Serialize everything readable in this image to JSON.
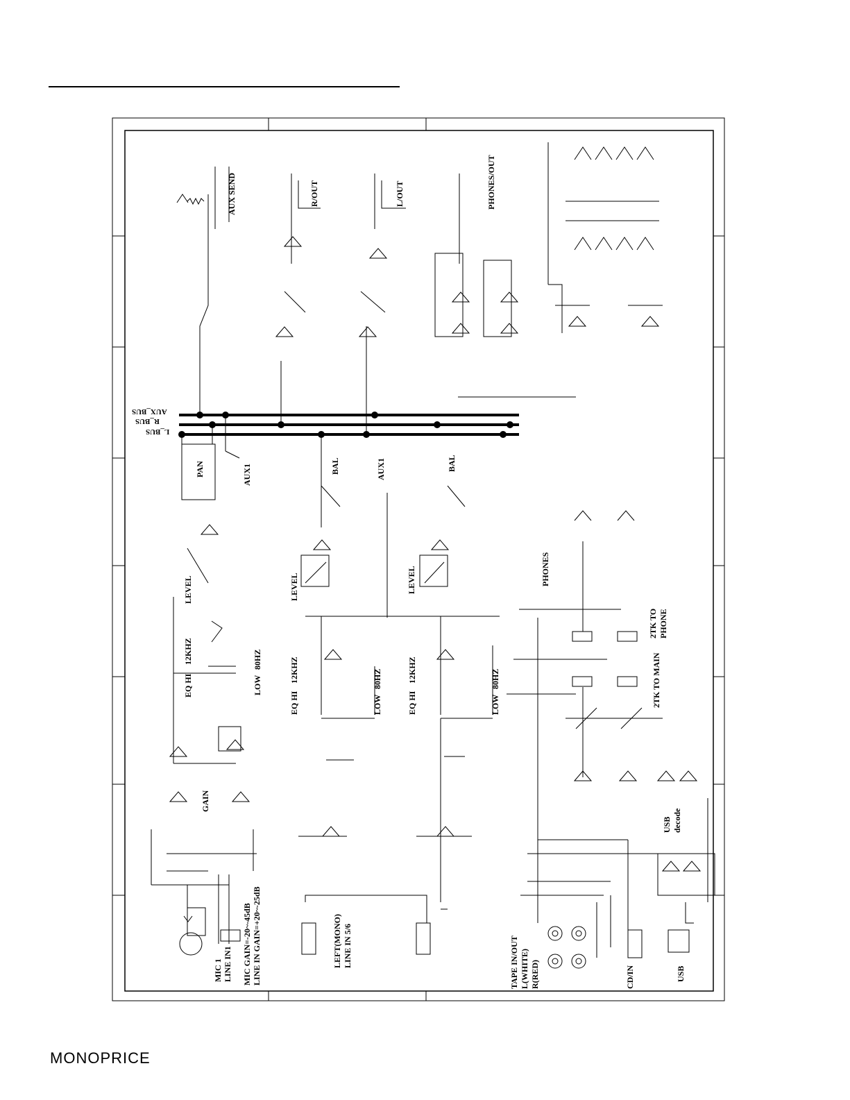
{
  "brand": "MONOPRICE",
  "labels": {
    "aux_send": "AUX SEND",
    "r_out": "R/OUT",
    "l_out": "L/OUT",
    "phones_out": "PHONES/OUT",
    "aux_bus": "AUX_BUS",
    "r_bus": "R_BUS",
    "l_bus": "L_BUS",
    "pan": "PAN",
    "aux1_a": "AUX1",
    "aux1_b": "AUX1",
    "bal_a": "BAL",
    "bal_b": "BAL",
    "level_a": "LEVEL",
    "level_b": "LEVEL",
    "level_c": "LEVEL",
    "phones": "PHONES",
    "eq_hi_a": "EQ HI",
    "khz_a": "12KHZ",
    "low_a": "LOW",
    "hz_a": "80HZ",
    "eq_hi_b": "EQ HI",
    "khz_b": "12KHZ",
    "low_b": "LOW",
    "hz_b": "80HZ",
    "eq_hi_c": "EQ HI",
    "khz_c": "12KHZ",
    "low_c": "LOW",
    "hz_c": "80HZ",
    "tk_phone_1": "2TK TO",
    "tk_phone_2": "PHONE",
    "tk_main": "2TK TO MAIN",
    "gain": "GAIN",
    "mic1": "MIC 1",
    "line_in1": "LINE IN1",
    "mic_gain": "MIC GAIN=-20~-45dB",
    "line_in_gain": "LINE IN GAIN=+20~-25dB",
    "left_mono": "LEFT(MONO)",
    "line_in_56": "LINE IN 5/6",
    "tape_in_out": "TAPE IN/OUT",
    "l_white": "L(WHITE)",
    "r_red": "R(RED)",
    "cd_in": "CD/IN",
    "usb_decode_1": "USB",
    "usb_decode_2": "decode",
    "usb": "USB"
  }
}
